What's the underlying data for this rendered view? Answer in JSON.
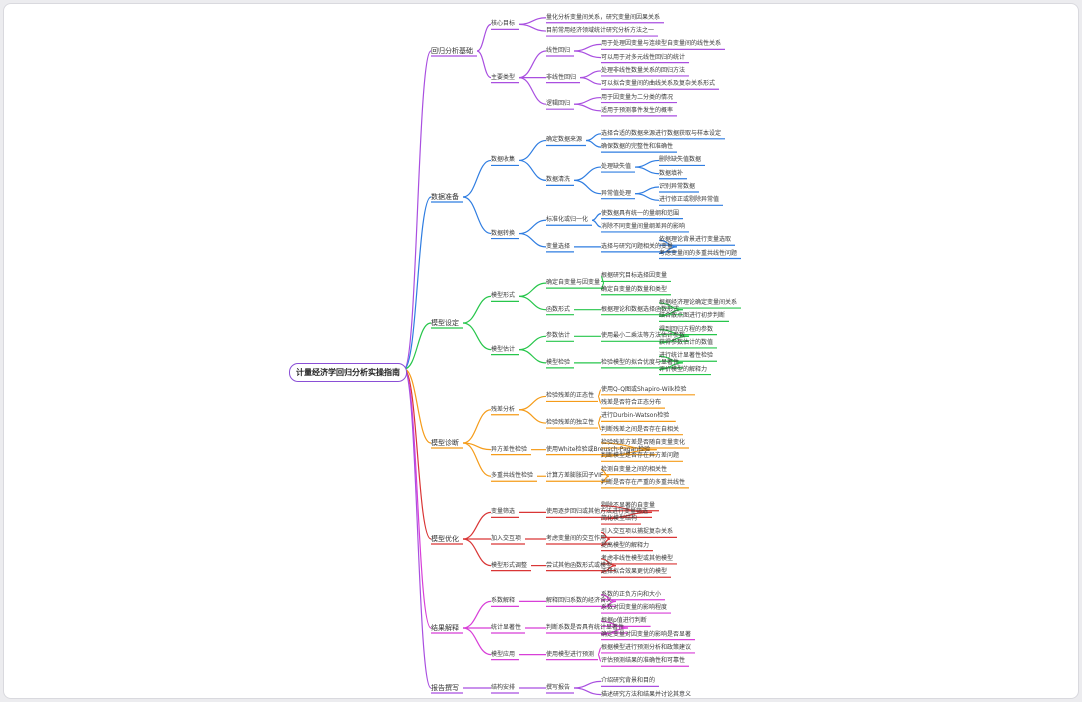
{
  "root": {
    "label": "计量经济学回归分析实操指南"
  },
  "colors": {
    "purple": "#a94fe0",
    "blue": "#2f7de1",
    "green": "#27c64b",
    "orange": "#f59c1a",
    "red": "#d93636",
    "magenta": "#d83fd8",
    "root_border": "#8a4fd6"
  },
  "branches": [
    {
      "label": "回归分析基础",
      "color": "purple",
      "children": [
        {
          "label": "核心目标",
          "children": [
            {
              "label": "量化分析变量间关系，研究变量间因果关系"
            },
            {
              "label": "目前常用经济领域统计研究分析方法之一"
            }
          ]
        },
        {
          "label": "主要类型",
          "children": [
            {
              "label": "线性回归",
              "children": [
                {
                  "label": "用于处理因变量与连续型自变量间的线性关系"
                },
                {
                  "label": "可以用于对多元线性回归的统计"
                }
              ]
            },
            {
              "label": "非线性回归",
              "children": [
                {
                  "label": "处理非线性数量关系的回归方法"
                },
                {
                  "label": "可以拟合变量间的曲线关系及复杂关系形式"
                }
              ]
            },
            {
              "label": "逻辑回归",
              "children": [
                {
                  "label": "用于因变量为二分类的情况"
                },
                {
                  "label": "适用于预测事件发生的概率"
                }
              ]
            }
          ]
        }
      ]
    },
    {
      "label": "数据准备",
      "color": "blue",
      "children": [
        {
          "label": "数据收集",
          "children": [
            {
              "label": "确定数据来源",
              "children": [
                {
                  "label": "选择合适的数据来源进行数据获取与样本设定"
                },
                {
                  "label": "确保数据的完整性和准确性"
                }
              ]
            },
            {
              "label": "数据清洗",
              "children": [
                {
                  "label": "处理缺失值",
                  "children": [
                    {
                      "label": "删除缺失值数据"
                    },
                    {
                      "label": "数据填补"
                    }
                  ]
                },
                {
                  "label": "异常值处理",
                  "children": [
                    {
                      "label": "识别异常数据"
                    },
                    {
                      "label": "进行修正或剔除异常值"
                    }
                  ]
                }
              ]
            }
          ]
        },
        {
          "label": "数据转换",
          "children": [
            {
              "label": "标准化或归一化",
              "children": [
                {
                  "label": "使数据具有统一的量纲和范围"
                },
                {
                  "label": "消除不同变量间量纲差异的影响"
                }
              ]
            },
            {
              "label": "变量选择",
              "children": [
                {
                  "label": "选择与研究问题相关的变量",
                  "children": [
                    {
                      "label": "依据理论背景进行变量选取"
                    },
                    {
                      "label": "考虑变量间的多重共线性问题"
                    }
                  ]
                }
              ]
            }
          ]
        }
      ]
    },
    {
      "label": "模型设定",
      "color": "green",
      "children": [
        {
          "label": "模型形式",
          "children": [
            {
              "label": "确定自变量与因变量",
              "children": [
                {
                  "label": "根据研究目标选择因变量"
                },
                {
                  "label": "确定自变量的数量和类型"
                }
              ]
            },
            {
              "label": "函数形式",
              "children": [
                {
                  "label": "根据理论和数据选择函数形式",
                  "children": [
                    {
                      "label": "根据经济理论确定变量间关系"
                    },
                    {
                      "label": "结合散点图进行初步判断"
                    }
                  ]
                }
              ]
            }
          ]
        },
        {
          "label": "模型估计",
          "children": [
            {
              "label": "参数估计",
              "children": [
                {
                  "label": "使用最小二乘法等方法估计参数",
                  "children": [
                    {
                      "label": "得到回归方程的参数"
                    },
                    {
                      "label": "获得参数估计的数值"
                    }
                  ]
                }
              ]
            },
            {
              "label": "模型检验",
              "children": [
                {
                  "label": "检验模型的拟合优度与显著性",
                  "children": [
                    {
                      "label": "进行统计显著性检验"
                    },
                    {
                      "label": "评价模型的解释力"
                    }
                  ]
                }
              ]
            }
          ]
        }
      ]
    },
    {
      "label": "模型诊断",
      "color": "orange",
      "children": [
        {
          "label": "残差分析",
          "children": [
            {
              "label": "检验残差的正态性",
              "children": [
                {
                  "label": "使用Q-Q图或Shapiro-Wilk检验"
                },
                {
                  "label": "残差是否符合正态分布"
                }
              ]
            },
            {
              "label": "检验残差的独立性",
              "children": [
                {
                  "label": "进行Durbin-Watson检验"
                },
                {
                  "label": "判断残差之间是否存在自相关"
                }
              ]
            }
          ]
        },
        {
          "label": "异方差性检验",
          "children": [
            {
              "label": "使用White检验或Breusch-Pagan检验",
              "children": [
                {
                  "label": "检验残差方差是否随自变量变化"
                },
                {
                  "label": "判断模型是否存在异方差问题"
                }
              ]
            }
          ]
        },
        {
          "label": "多重共线性检验",
          "children": [
            {
              "label": "计算方差膨胀因子VIF",
              "children": [
                {
                  "label": "检测自变量之间的相关性"
                },
                {
                  "label": "判断是否存在严重的多重共线性"
                }
              ]
            }
          ]
        }
      ]
    },
    {
      "label": "模型优化",
      "color": "red",
      "children": [
        {
          "label": "变量筛选",
          "children": [
            {
              "label": "使用逐步回归或其他方法进行变量筛选",
              "children": [
                {
                  "label": "剔除不显著的自变量"
                },
                {
                  "label": "简化模型结构"
                }
              ]
            }
          ]
        },
        {
          "label": "加入交互项",
          "children": [
            {
              "label": "考虑变量间的交互作用",
              "children": [
                {
                  "label": "引入交互项以捕捉复杂关系"
                },
                {
                  "label": "提高模型的解释力"
                }
              ]
            }
          ]
        },
        {
          "label": "模型形式调整",
          "children": [
            {
              "label": "尝试其他函数形式或模型",
              "children": [
                {
                  "label": "考虑非线性模型或其他模型"
                },
                {
                  "label": "选择拟合效果更优的模型"
                }
              ]
            }
          ]
        }
      ]
    },
    {
      "label": "结果解释",
      "color": "magenta",
      "children": [
        {
          "label": "系数解释",
          "children": [
            {
              "label": "解释回归系数的经济含义",
              "children": [
                {
                  "label": "系数的正负方向和大小"
                },
                {
                  "label": "系数对因变量的影响程度"
                }
              ]
            }
          ]
        },
        {
          "label": "统计显著性",
          "children": [
            {
              "label": "判断系数是否具有统计显著性",
              "children": [
                {
                  "label": "根据p值进行判断"
                },
                {
                  "label": "确定变量对因变量的影响是否显著"
                }
              ]
            }
          ]
        },
        {
          "label": "模型应用",
          "children": [
            {
              "label": "使用模型进行预测",
              "children": [
                {
                  "label": "根据模型进行预测分析和政策建议"
                },
                {
                  "label": "评估预测结果的准确性和可靠性"
                }
              ]
            }
          ]
        }
      ]
    },
    {
      "label": "报告撰写",
      "color": "purple",
      "children": [
        {
          "label": "结构安排",
          "children": [
            {
              "label": "撰写报告",
              "children": [
                {
                  "label": "介绍研究背景和目的"
                },
                {
                  "label": "描述研究方法和结果并讨论其意义"
                }
              ]
            }
          ]
        }
      ]
    }
  ]
}
